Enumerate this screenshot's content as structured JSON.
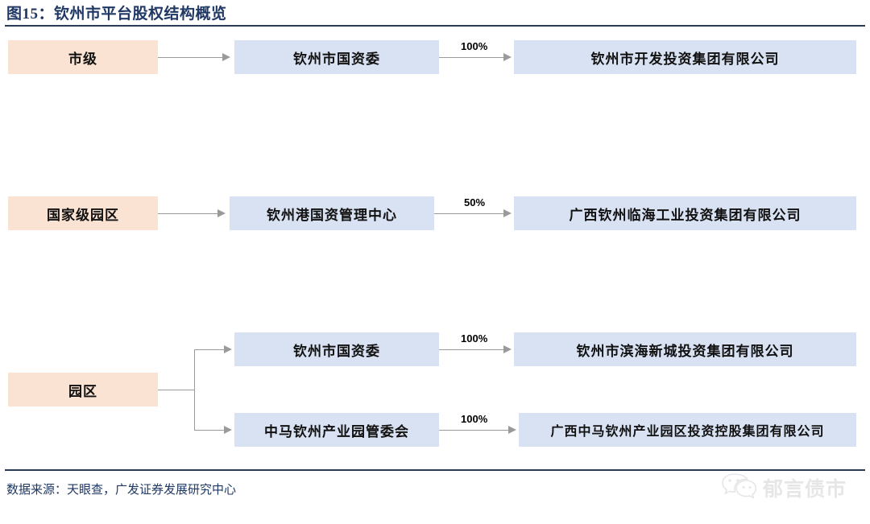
{
  "figure": {
    "title": "图15：钦州市平台股权结构概览",
    "source_note": "数据来源：天眼查，广发证券发展研究中心"
  },
  "watermark": {
    "icon": "wechat-icon",
    "text": "郁言债市"
  },
  "colors": {
    "category_box": "#fae3d2",
    "entity_box": "#d9e2f3",
    "title_text": "#1f3864",
    "rule": "#2a3b5e",
    "connector": "#9a9a9a"
  },
  "chart_data": {
    "type": "diagram",
    "title": "钦州市平台股权结构概览",
    "groups": [
      {
        "category": "市级",
        "owners": [
          {
            "name": "钦州市国资委",
            "holdings": [
              {
                "stake": "100%",
                "company": "钦州市开发投资集团有限公司"
              }
            ]
          }
        ]
      },
      {
        "category": "国家级园区",
        "owners": [
          {
            "name": "钦州港国资管理中心",
            "holdings": [
              {
                "stake": "50%",
                "company": "广西钦州临海工业投资集团有限公司"
              }
            ]
          }
        ]
      },
      {
        "category": "园区",
        "owners": [
          {
            "name": "钦州市国资委",
            "holdings": [
              {
                "stake": "100%",
                "company": "钦州市滨海新城投资集团有限公司"
              }
            ]
          },
          {
            "name": "中马钦州产业园管委会",
            "holdings": [
              {
                "stake": "100%",
                "company": "广西中马钦州产业园区投资控股集团有限公司"
              }
            ]
          }
        ]
      }
    ]
  },
  "rows": {
    "r1": {
      "category": "市级",
      "owner": "钦州市国资委",
      "stake": "100%",
      "company": "钦州市开发投资集团有限公司"
    },
    "r2": {
      "category": "国家级园区",
      "owner": "钦州港国资管理中心",
      "stake": "50%",
      "company": "广西钦州临海工业投资集团有限公司"
    },
    "r3": {
      "category": "园区",
      "owner_a": "钦州市国资委",
      "stake_a": "100%",
      "company_a": "钦州市滨海新城投资集团有限公司",
      "owner_b": "中马钦州产业园管委会",
      "stake_b": "100%",
      "company_b": "广西中马钦州产业园区投资控股集团有限公司"
    }
  }
}
